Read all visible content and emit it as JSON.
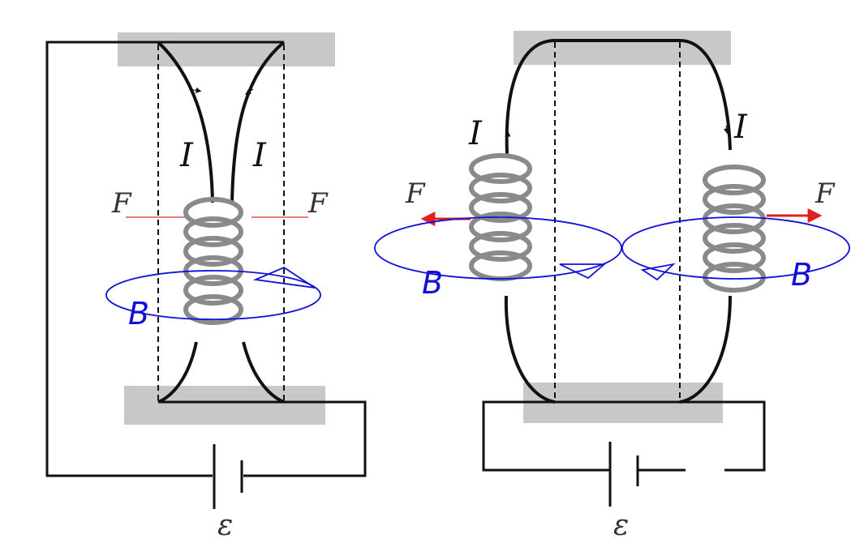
{
  "figure": {
    "left_panel": {
      "current_left": "I",
      "current_right": "I",
      "force_left": "F",
      "force_right": "F",
      "field": "B",
      "emf": "ε"
    },
    "right_panel": {
      "current_left": "I",
      "current_right": "I",
      "force_left": "F",
      "force_right": "F",
      "field_left": "B",
      "field_right": "B",
      "emf": "ε"
    },
    "colors": {
      "wire": "#111111",
      "plate": "#c8c8c8",
      "spring": "#8a8a8a",
      "field": "#1010d8",
      "force": "#e02020"
    }
  }
}
